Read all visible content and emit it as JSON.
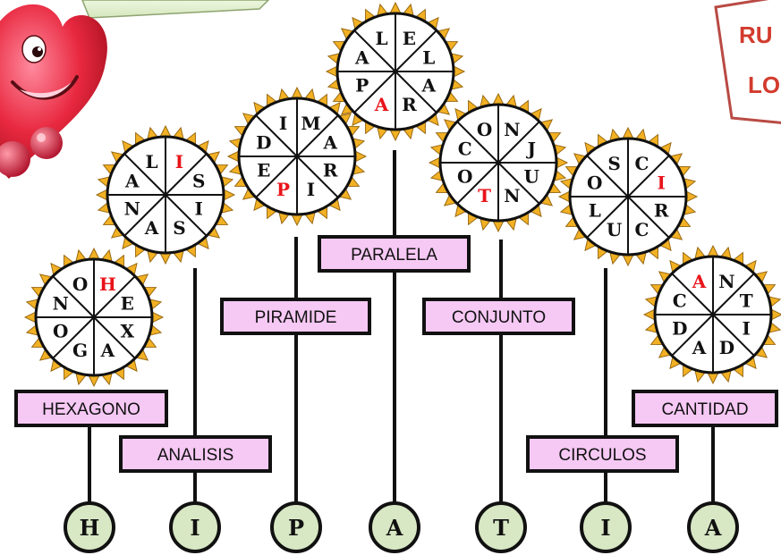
{
  "title_lines": [
    "RU",
    "LO"
  ],
  "colors": {
    "accent_letter": "#e8141a",
    "letter": "#111111",
    "label_fill": "#f6c8f4",
    "circle_fill": "#d8e7c4",
    "sun": "#f2b124",
    "title_border": "#b94a44"
  },
  "wheels": [
    {
      "word": "HEXAGONO",
      "letters": [
        "H",
        "E",
        "X",
        "A",
        "G",
        "O",
        "N",
        "O"
      ],
      "highlight": 0
    },
    {
      "word": "ANALISIS",
      "letters": [
        "I",
        "S",
        "I",
        "S",
        "A",
        "N",
        "A",
        "L"
      ],
      "highlight": 0
    },
    {
      "word": "PIRAMIDE",
      "letters": [
        "M",
        "A",
        "R",
        "I",
        "P",
        "E",
        "D",
        "I"
      ],
      "highlight": 4
    },
    {
      "word": "PARALELA",
      "letters": [
        "E",
        "L",
        "A",
        "R",
        "A",
        "P",
        "A",
        "L"
      ],
      "highlight": 4
    },
    {
      "word": "CONJUNTO",
      "letters": [
        "N",
        "J",
        "U",
        "N",
        "T",
        "O",
        "C",
        "O"
      ],
      "highlight": 4
    },
    {
      "word": "CIRCULOS",
      "letters": [
        "C",
        "I",
        "R",
        "C",
        "U",
        "L",
        "O",
        "S"
      ],
      "highlight": 1
    },
    {
      "word": "CANTIDAD",
      "letters": [
        "N",
        "T",
        "I",
        "D",
        "A",
        "D",
        "C",
        "A"
      ],
      "highlight": 7
    }
  ],
  "labels": [
    "HEXAGONO",
    "ANALISIS",
    "PIRAMIDE",
    "PARALELA",
    "CONJUNTO",
    "CIRCULOS",
    "CANTIDAD"
  ],
  "answer": [
    "H",
    "I",
    "P",
    "A",
    "T",
    "I",
    "A"
  ]
}
